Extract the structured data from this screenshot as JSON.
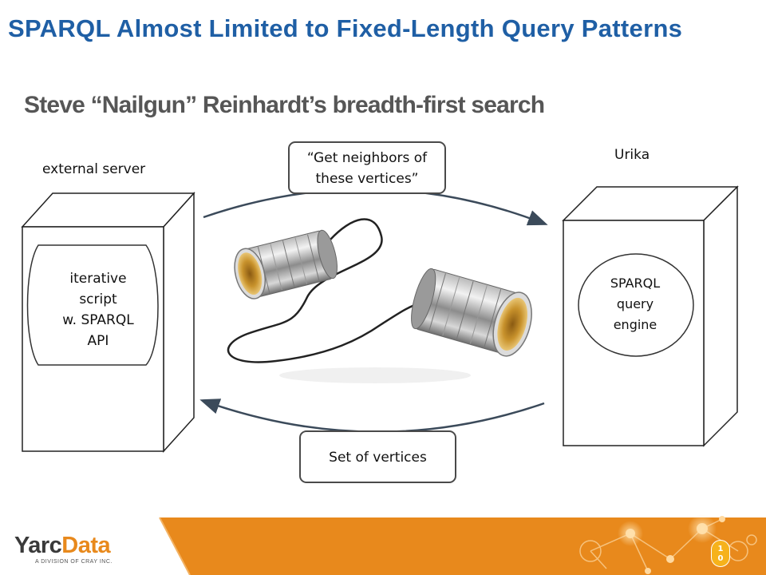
{
  "title": "SPARQL Almost Limited to Fixed-Length Query Patterns",
  "subtitle": "Steve “Nailgun” Reinhardt’s breadth-first search",
  "left_server": {
    "label": "external server",
    "script_lines": [
      "iterative",
      "script",
      "w. SPARQL",
      "API"
    ]
  },
  "right_server": {
    "label": "Urika",
    "engine_lines": [
      "SPARQL",
      "query",
      "engine"
    ]
  },
  "request_box": {
    "lines": [
      "“Get neighbors of",
      "these vertices”"
    ]
  },
  "response_box": {
    "text": "Set of vertices"
  },
  "footer": {
    "logo_part1": "Yarc",
    "logo_part2": "Data",
    "logo_sub": "A DIVISION OF CRAY INC.",
    "page_number_lines": [
      "1",
      "0"
    ]
  },
  "colors": {
    "title": "#1f5fa5",
    "subtitle": "#565656",
    "footer_orange": "#e8891c",
    "footer_dark": "#bf6512"
  }
}
